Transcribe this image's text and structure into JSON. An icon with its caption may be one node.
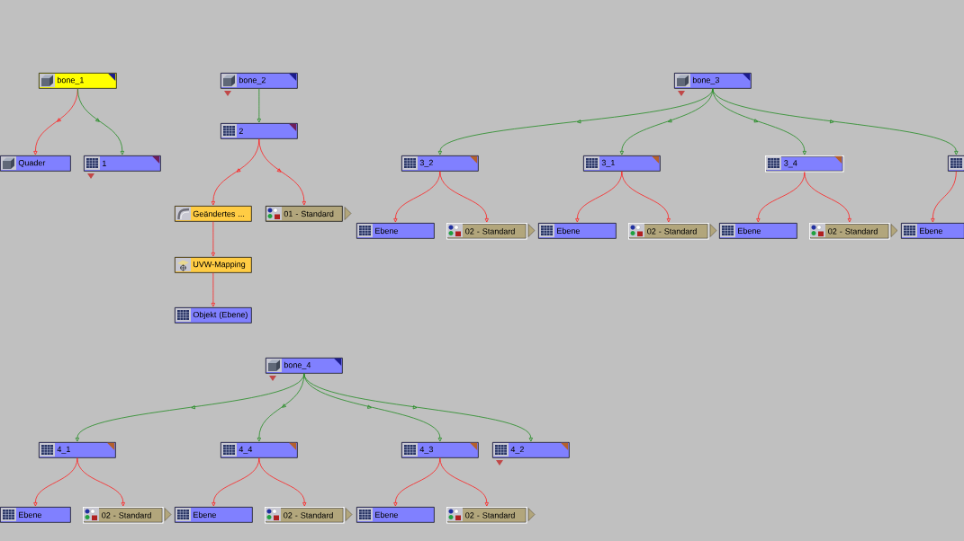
{
  "diagram": {
    "nodes": [
      {
        "text": [
          "bone_1"
        ]
      },
      {
        "text": [
          "Quader"
        ]
      },
      {
        "text": [
          "1"
        ]
      },
      {
        "text": [
          "bone_2"
        ]
      },
      {
        "text": [
          "2"
        ]
      },
      {
        "text": [
          "Geändertes ..."
        ]
      },
      {
        "text": [
          "01 - Standard"
        ]
      },
      {
        "text": [
          "UVW-Mapping"
        ]
      },
      {
        "text": [
          "Objekt (Ebene)"
        ]
      },
      {
        "text": [
          "bone_3"
        ]
      },
      {
        "text": [
          "3_2"
        ]
      },
      {
        "text": [
          "3_1"
        ]
      },
      {
        "text": [
          "3_4"
        ]
      },
      {
        "text": [],
        "shape": "box"
      },
      {
        "text": [
          "Ebene"
        ]
      },
      {
        "text": [
          "02 - Standard"
        ]
      },
      {
        "text": [
          "Ebene"
        ]
      },
      {
        "text": [
          "02 - Standard"
        ]
      },
      {
        "text": [
          "Ebene"
        ]
      },
      {
        "text": [
          "02 - Standard"
        ]
      },
      {
        "text": [
          "Ebene"
        ]
      },
      {
        "text": [
          "bone_4"
        ]
      },
      {
        "text": [
          "4_1"
        ]
      },
      {
        "text": [
          "4_4"
        ]
      },
      {
        "text": [
          "4_3"
        ]
      },
      {
        "text": [
          "4_2"
        ]
      },
      {
        "text": [
          "Ebene"
        ]
      },
      {
        "text": [
          "02 - Standard"
        ]
      },
      {
        "text": [
          "Ebene"
        ]
      },
      {
        "text": [
          "02 - Standard"
        ]
      },
      {
        "text": [
          "Ebene"
        ]
      },
      {
        "text": [
          "02 - Standard"
        ]
      }
    ],
    "edges": [
      {
        "from": 0,
        "to": 1,
        "arrow": "to"
      },
      {
        "from": 0,
        "to": 2,
        "arrow": "to",
        "color": "#228b22"
      },
      {
        "from": 3,
        "to": 4,
        "arrow": "to",
        "color": "#228b22"
      },
      {
        "from": 4,
        "to": 5,
        "arrow": "to"
      },
      {
        "from": 4,
        "to": 6,
        "arrow": "to"
      },
      {
        "from": 5,
        "to": 7,
        "arrow": "to"
      },
      {
        "from": 7,
        "to": 8,
        "arrow": "to"
      },
      {
        "from": 9,
        "to": 10,
        "arrow": "to",
        "color": "#228b22"
      },
      {
        "from": 9,
        "to": 11,
        "arrow": "to",
        "color": "#228b22"
      },
      {
        "from": 9,
        "to": 12,
        "arrow": "to",
        "color": "#228b22"
      },
      {
        "from": 9,
        "to": 13,
        "arrow": "to",
        "color": "#228b22"
      },
      {
        "from": 10,
        "to": 14,
        "arrow": "to"
      },
      {
        "from": 10,
        "to": 15,
        "arrow": "to"
      },
      {
        "from": 11,
        "to": 16,
        "arrow": "to"
      },
      {
        "from": 11,
        "to": 17,
        "arrow": "to"
      },
      {
        "from": 12,
        "to": 18,
        "arrow": "to"
      },
      {
        "from": 12,
        "to": 19,
        "arrow": "to"
      },
      {
        "from": 13,
        "to": 20,
        "arrow": "to"
      },
      {
        "from": 21,
        "to": 22,
        "arrow": "to",
        "color": "#228b22"
      },
      {
        "from": 21,
        "to": 23,
        "arrow": "to",
        "color": "#228b22"
      },
      {
        "from": 21,
        "to": 24,
        "arrow": "to",
        "color": "#228b22"
      },
      {
        "from": 21,
        "to": 25,
        "arrow": "to",
        "color": "#228b22"
      },
      {
        "from": 22,
        "to": 26,
        "arrow": "to"
      },
      {
        "from": 22,
        "to": 27,
        "arrow": "to"
      },
      {
        "from": 23,
        "to": 28,
        "arrow": "to"
      },
      {
        "from": 23,
        "to": 29,
        "arrow": "to"
      },
      {
        "from": 24,
        "to": 30,
        "arrow": "to"
      },
      {
        "from": 24,
        "to": 31,
        "arrow": "to"
      }
    ]
  }
}
